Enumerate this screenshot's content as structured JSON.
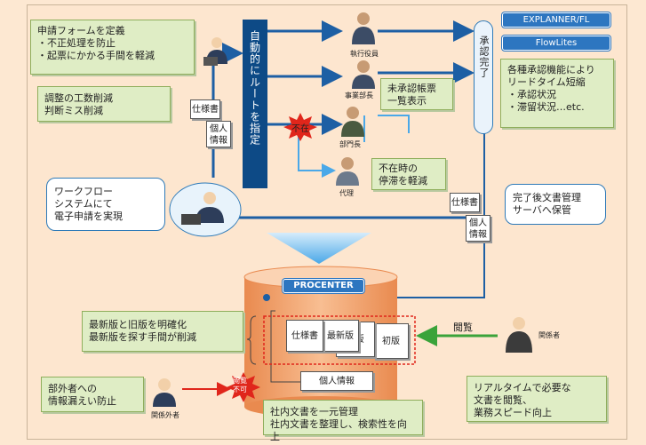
{
  "notes": {
    "define_form": "申請フォームを定義\n・不正処理を防止\n・起票にかかる手間を軽減",
    "reduce_effort": "調整の工数削減\n判断ミス削減",
    "unapproved_list": "未承認帳票\n一覧表示",
    "absence": "不在時の\n停滞を軽減",
    "approval_features": "各種承認機能により\nリードタイム短縮\n・承認状況\n・滞留状況…etc.",
    "clarify_versions": "最新版と旧版を明確化\n最新版を探す手間が削減",
    "leak_prevention": "部外者への\n情報漏えい防止",
    "centralize": "社内文書を一元管理\n社内文書を整理し、検索性を向上",
    "realtime": "リアルタイムで必要な\n文書を閲覧、\n業務スピード向上"
  },
  "bubbles": {
    "workflow": "ワークフロー\nシステムにて\n電子申請を実現",
    "archive": "完了後文書管理\nサーバへ保管"
  },
  "vertical_bar": "自動的にルートを指定",
  "approval_complete": "承認完了",
  "products": {
    "explanner": "EXPLANNER/FL",
    "flowlites": "FlowLites",
    "procenter": "PROCENTER"
  },
  "roles": {
    "executive": "執行役員",
    "division_head": "事業部長",
    "dept_head": "部門長",
    "proxy": "代理",
    "related": "関係者",
    "outsider": "関係外者"
  },
  "absent_label": "不在",
  "browse_label": "閲覧",
  "denied_label": "閲覧\n不可",
  "docs": {
    "spec": "仕様書",
    "personal": "個人\n情報",
    "latest": "最新版",
    "v2": "2 版",
    "v1": "初版",
    "personal_info": "個人情報"
  },
  "colors": {
    "flow_blue": "#1d5fa4",
    "note_green": "#dfedc5",
    "cylinder_orange": "#f3a26e",
    "alert_red": "#e0261b",
    "browse_green": "#3aa33a"
  }
}
